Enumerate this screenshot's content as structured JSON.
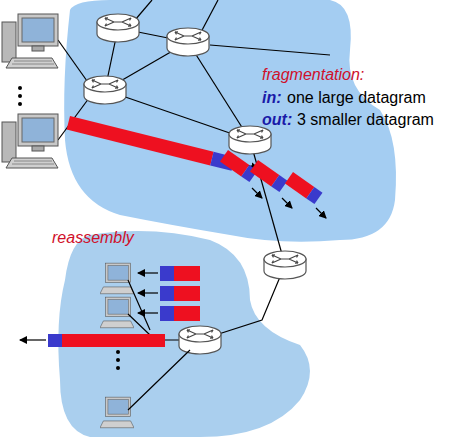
{
  "diagram": {
    "labels": [
      "fragmentation:",
      "in:",
      "one large datagram",
      "out:",
      "3 smaller datagram",
      "reassembly"
    ]
  }
}
